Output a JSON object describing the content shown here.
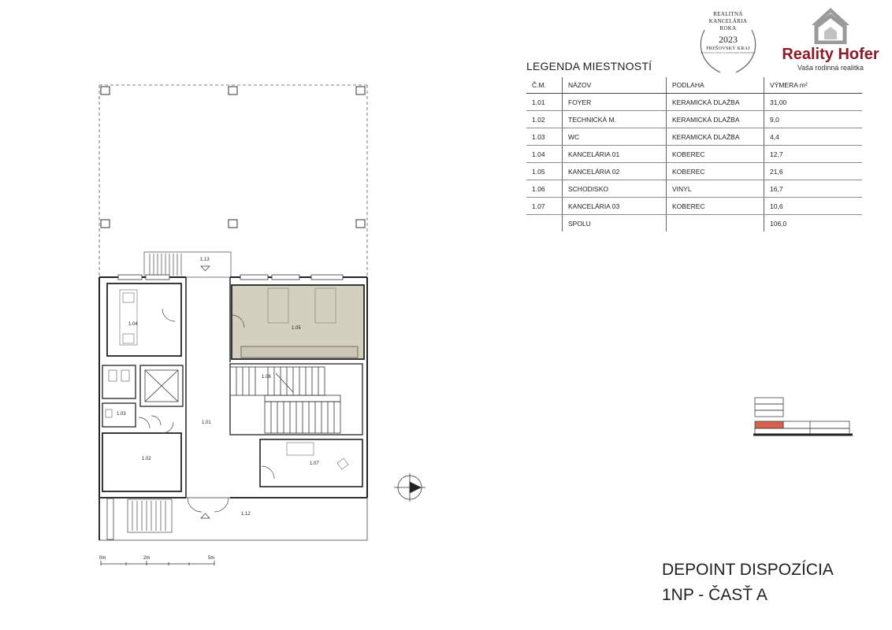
{
  "legend": {
    "title": "LEGENDA MIESTNOSTÍ",
    "headers": [
      "Č.M.",
      "NÁZOV",
      "PODLAHA",
      "VÝMERA m²"
    ],
    "rows": [
      {
        "num": "1.01",
        "name": "FOYER",
        "floor": "KERAMICKÁ DLAŽBA",
        "area": "31,00"
      },
      {
        "num": "1.02",
        "name": "TECHNICKÁ M.",
        "floor": "KERAMICKÁ DLAŽBA",
        "area": "9,0"
      },
      {
        "num": "1.03",
        "name": "WC",
        "floor": "KERAMICKÁ DLAŽBA",
        "area": "4,4"
      },
      {
        "num": "1.04",
        "name": "KANCELÁRIA 01",
        "floor": "KOBEREC",
        "area": "12,7"
      },
      {
        "num": "1.05",
        "name": "KANCELÁRIA 02",
        "floor": "KOBEREC",
        "area": "21,6"
      },
      {
        "num": "1.06",
        "name": "SCHODISKO",
        "floor": "VINYL",
        "area": "16,7"
      },
      {
        "num": "1.07",
        "name": "KANCELÁRIA 03",
        "floor": "KOBEREC",
        "area": "10,6"
      },
      {
        "num": "",
        "name": "SPOLU",
        "floor": "",
        "area": "106,0"
      }
    ]
  },
  "seal": {
    "line1": "REALITNÁ",
    "line2": "KANCELÁRIA",
    "line3": "ROKA",
    "year": "2023",
    "region": "PREŠOVSKÝ KRAJ",
    "small": "REALITNÁ ÚNIA SLOVENSKEJ REPUBLIKY"
  },
  "brand": {
    "name": "Reality Hofer",
    "tagline": "Vaša rodinná realitka",
    "color": "#8b1a2b"
  },
  "title": {
    "line1": "DEPOINT DISPOZÍCIA",
    "line2": "1NP - ČASŤ A"
  },
  "plan": {
    "rooms": [
      "1.01",
      "1.02",
      "1.03",
      "1.04",
      "1.05",
      "1.06",
      "1.07",
      "1.12",
      "1.13"
    ],
    "highlight_room": "1.05",
    "highlight_color": "#d4d0bf",
    "key_highlight_color": "#d9604f"
  },
  "scale_bar": {
    "labels": [
      "0m",
      "2m",
      "5m"
    ]
  }
}
